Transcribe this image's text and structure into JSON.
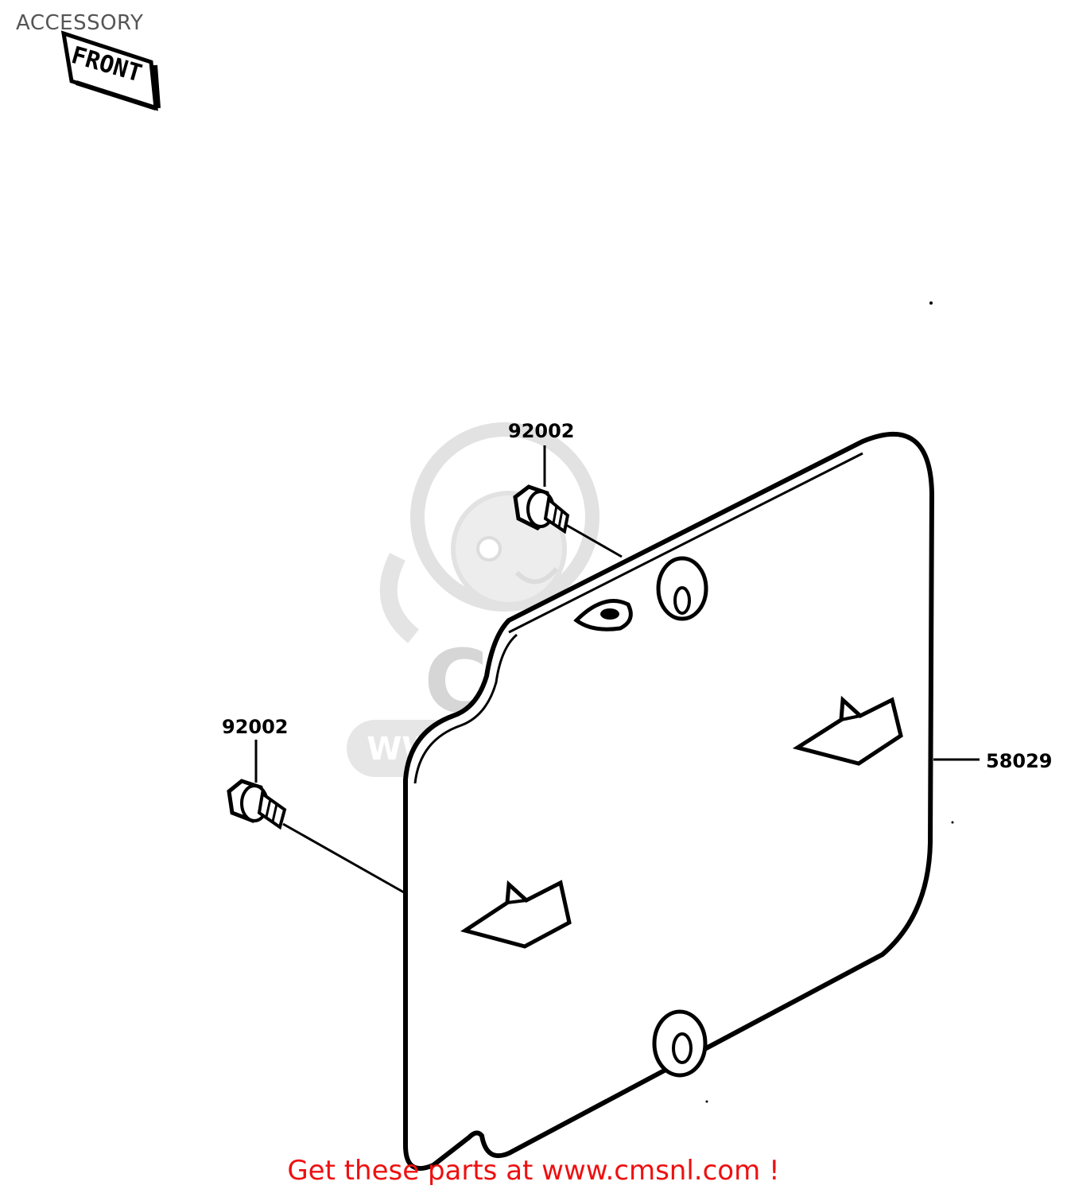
{
  "title": "ACCESSORY",
  "orientation_tag": "FRONT",
  "callouts": [
    {
      "id": "bolt_upper",
      "part_number": "92002"
    },
    {
      "id": "bolt_left",
      "part_number": "92002"
    },
    {
      "id": "cover",
      "part_number": "58029"
    }
  ],
  "watermark": {
    "brand": "CMS",
    "url": "WWW.CMSNL.COM"
  },
  "footer": {
    "text": "Get these parts at www.cmsnl.com !",
    "color": "#ee1010"
  }
}
